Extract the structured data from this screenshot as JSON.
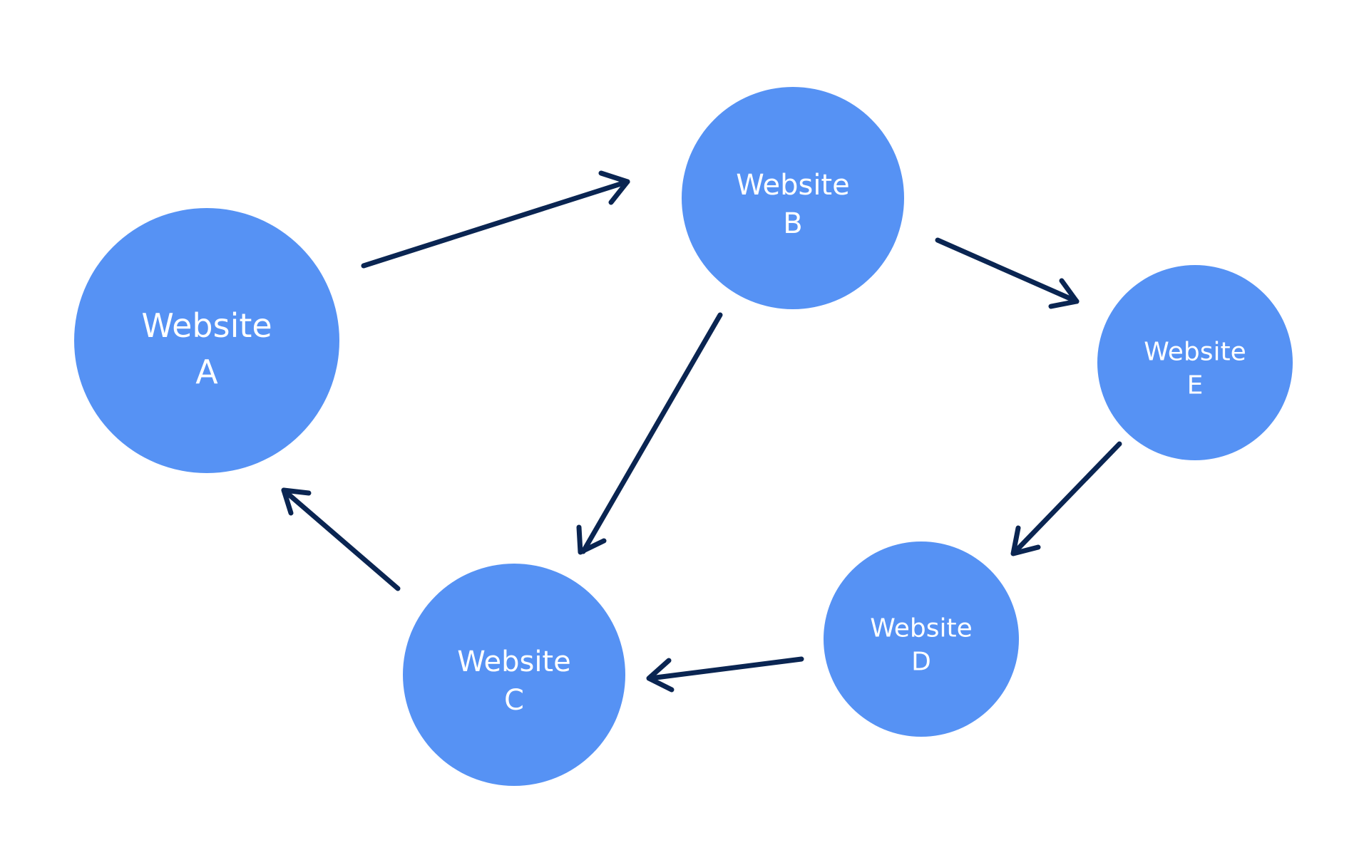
{
  "colors": {
    "background": "#ffffff",
    "node_fill": "#5692F4",
    "node_text": "#ffffff",
    "arrow": "#0A2552"
  },
  "nodes": [
    {
      "id": "A",
      "line1": "Website",
      "line2": "A"
    },
    {
      "id": "B",
      "line1": "Website",
      "line2": "B"
    },
    {
      "id": "C",
      "line1": "Website",
      "line2": "C"
    },
    {
      "id": "D",
      "line1": "Website",
      "line2": "D"
    },
    {
      "id": "E",
      "line1": "Website",
      "line2": "E"
    }
  ],
  "edges": [
    {
      "from": "A",
      "to": "B"
    },
    {
      "from": "B",
      "to": "E"
    },
    {
      "from": "B",
      "to": "C"
    },
    {
      "from": "E",
      "to": "D"
    },
    {
      "from": "D",
      "to": "C"
    },
    {
      "from": "C",
      "to": "A"
    }
  ]
}
